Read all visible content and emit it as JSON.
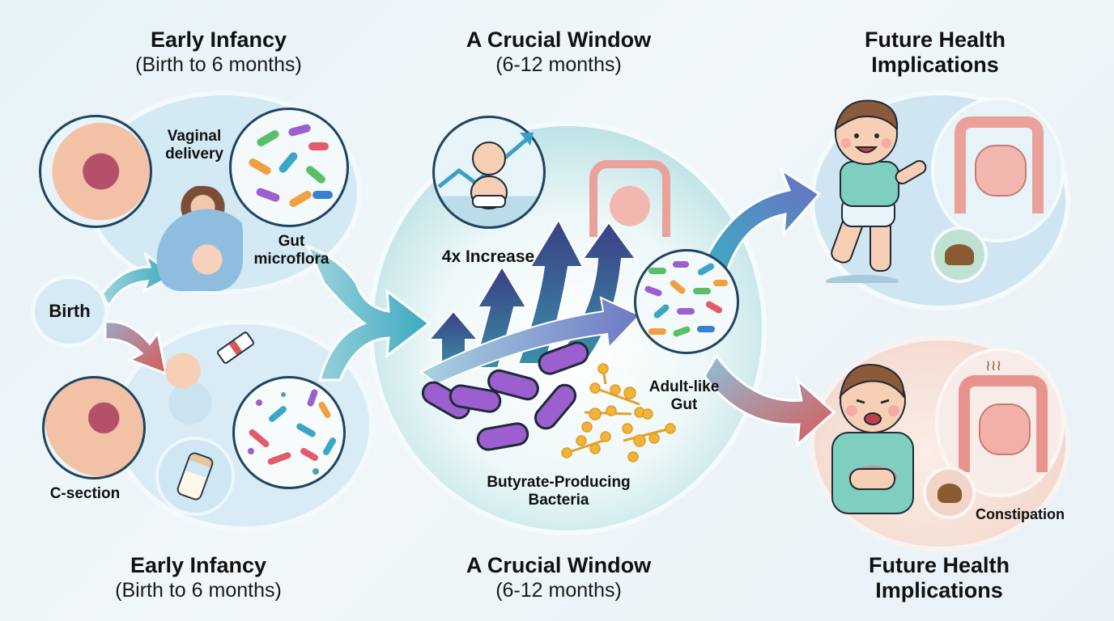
{
  "sections": {
    "early_infancy": {
      "title": "Early Infancy",
      "subtitle": "(Birth to 6 months)"
    },
    "crucial_window": {
      "title": "A Crucial Window",
      "subtitle": "(6-12 months)"
    },
    "future_health": {
      "title": "Future Health",
      "title_line2": "Implications"
    }
  },
  "footer": {
    "early_infancy": {
      "title": "Early Infancy",
      "subtitle": "(Birth to 6 months)"
    },
    "crucial_window": {
      "title": "A Crucial Window",
      "subtitle": "(6-12 months)"
    },
    "future_health": {
      "title": "Future Health",
      "title_line2": "Implications"
    }
  },
  "labels": {
    "birth": "Birth",
    "vaginal_delivery_1": "Vaginal",
    "vaginal_delivery_2": "delivery",
    "gut_microflora_1": "Gut",
    "gut_microflora_2": "microflora",
    "c_section": "C-section",
    "increase": "4x Increase",
    "adult_like_1": "Adult-like",
    "adult_like_2": "Gut",
    "butyrate_1": "Butyrate-Producing",
    "butyrate_2": "Bacteria",
    "constipation": "Constipation"
  },
  "colors": {
    "teal_arrow": "#3ba9bf",
    "red_arrow": "#d85a5a",
    "indigo_arrow": "#3b3f86",
    "butyrate_bacteria": "#9b5fd0",
    "molecule": "#f0b43a",
    "healthy_bg": "#d6ebf5",
    "unhealthy_bg": "#f6dcd2"
  }
}
